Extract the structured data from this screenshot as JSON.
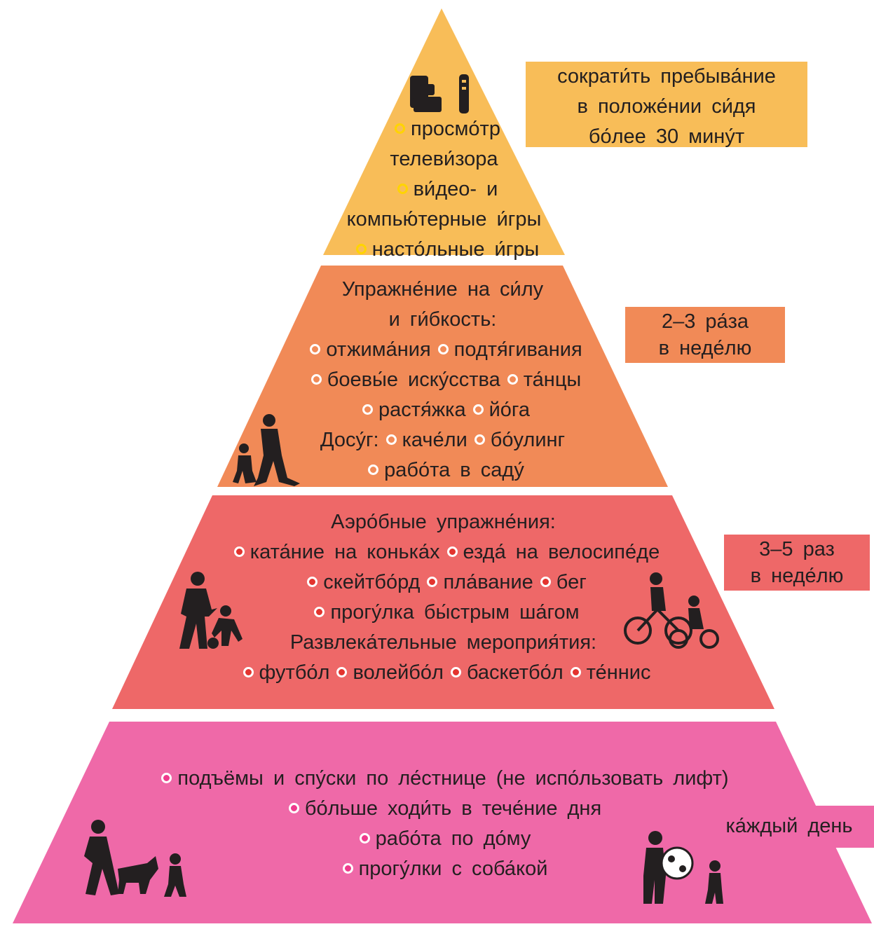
{
  "colors": {
    "tier1": "#f8bd58",
    "tier2": "#f18a57",
    "tier3": "#ee6868",
    "tier4": "#ef69a8",
    "bullet_yellow": "#ffd400",
    "bullet_white": "#ffffff"
  },
  "tier1": {
    "label": "сократи́ть пребыва́ние\nв положе́нии си́дя\nбо́лее 30 мину́т",
    "label_lines": [
      "сократи́ть пребыва́ние",
      "в положе́нии си́дя",
      "бо́лее 30 мину́т"
    ],
    "items": [
      "просмо́тр",
      "телеви́зора",
      "ви́део- и",
      "компью́терные и́гры",
      "насто́льные и́гры"
    ],
    "icons": [
      "armchair-icon",
      "remote-control-icon"
    ]
  },
  "tier2": {
    "label_lines": [
      "2–3 ра́за",
      "в неде́лю"
    ],
    "lines": [
      "Упражне́ние на си́лу",
      "и ги́бкость:",
      "отжима́ния",
      "подтя́гивания",
      "боевы́е иску́сства",
      "та́нцы",
      "растя́жка",
      "йо́га",
      "Досу́г:",
      "каче́ли",
      "бо́улинг",
      "рабо́та в саду́"
    ],
    "icons": [
      "rollerblading-people-icon"
    ]
  },
  "tier3": {
    "label_lines": [
      "3–5 раз",
      "в неде́лю"
    ],
    "lines": [
      "Аэро́бные упражне́ния:",
      "ката́ние на конька́х",
      "езда́ на велосипе́де",
      "скейтбо́рд",
      "пла́вание",
      "бег",
      "прогу́лка бы́стрым ша́гом",
      "Развлека́тельные мероприя́тия:",
      "футбо́л",
      "волейбо́л",
      "баскетбо́л",
      "те́ннис"
    ],
    "icons": [
      "football-people-icon",
      "cycling-people-icon"
    ]
  },
  "tier4": {
    "label": "ка́ждый день",
    "items": [
      "подъёмы и спу́ски по ле́стнице (не испо́льзовать лифт)",
      "бо́льше ходи́ть в тече́ние дня",
      "рабо́та по до́му",
      "прогу́лки с соба́кой"
    ],
    "icons": [
      "dog-walking-icon",
      "ball-play-icon"
    ]
  }
}
